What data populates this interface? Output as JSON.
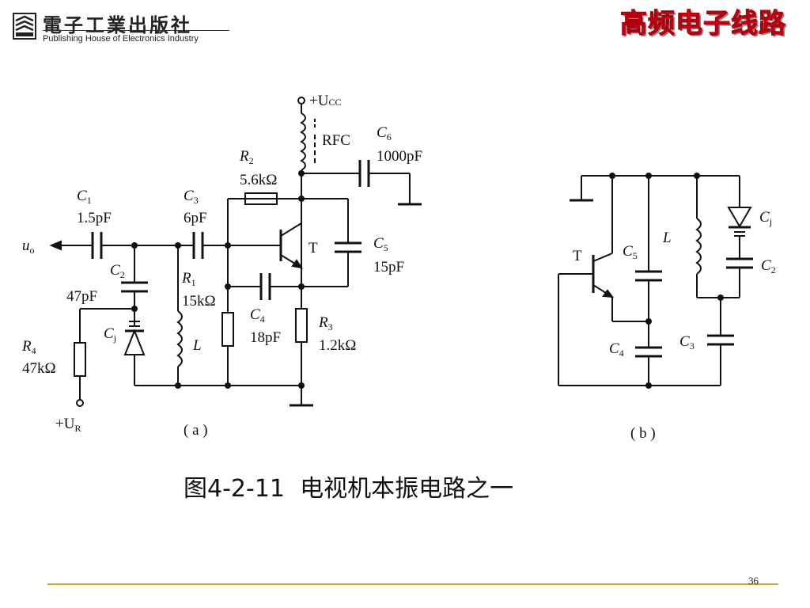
{
  "header": {
    "publisher_cn": "電子工業出版社",
    "publisher_en": "Publishing House of Electronics Industry",
    "course_title": "高频电子线路"
  },
  "diagram_a": {
    "sublabel": "( a )",
    "labels": {
      "ucc": "+U",
      "ucc_sub": "CC",
      "rfc": "RFC",
      "c6_name": "C",
      "c6_sub": "6",
      "c6_value": "1000pF",
      "r2_name": "R",
      "r2_sub": "2",
      "r2_value": "5.6kΩ",
      "c1_name": "C",
      "c1_sub": "1",
      "c1_value": "1.5pF",
      "c3_name": "C",
      "c3_sub": "3",
      "c3_value": "6pF",
      "transistor": "T",
      "c5_name": "C",
      "c5_sub": "5",
      "c5_value": "15pF",
      "uo_name": "u",
      "uo_sub": "o",
      "c2_name": "C",
      "c2_sub": "2",
      "c2_value": "47pF",
      "r1_name": "R",
      "r1_sub": "1",
      "r1_value": "15kΩ",
      "c4_name": "C",
      "c4_sub": "4",
      "c4_value": "18pF",
      "r3_name": "R",
      "r3_sub": "3",
      "r3_value": "1.2kΩ",
      "cj_name": "C",
      "cj_sub": "j",
      "l_name": "L",
      "r4_name": "R",
      "r4_sub": "4",
      "r4_value": "47kΩ",
      "ur_name": "+U",
      "ur_sub": "R"
    }
  },
  "diagram_b": {
    "sublabel": "( b )",
    "labels": {
      "transistor": "T",
      "c5_name": "C",
      "c5_sub": "5",
      "l_name": "L",
      "cj_name": "C",
      "cj_sub": "j",
      "c2_name": "C",
      "c2_sub": "2",
      "c3_name": "C",
      "c3_sub": "3",
      "c4_name": "C",
      "c4_sub": "4"
    }
  },
  "caption": "图4-2-11  电视机本振电路之一",
  "footer": {
    "page_number": "36",
    "rule_color": "#c9a227"
  },
  "colors": {
    "title_red": "#e60012",
    "ink": "#111111"
  }
}
